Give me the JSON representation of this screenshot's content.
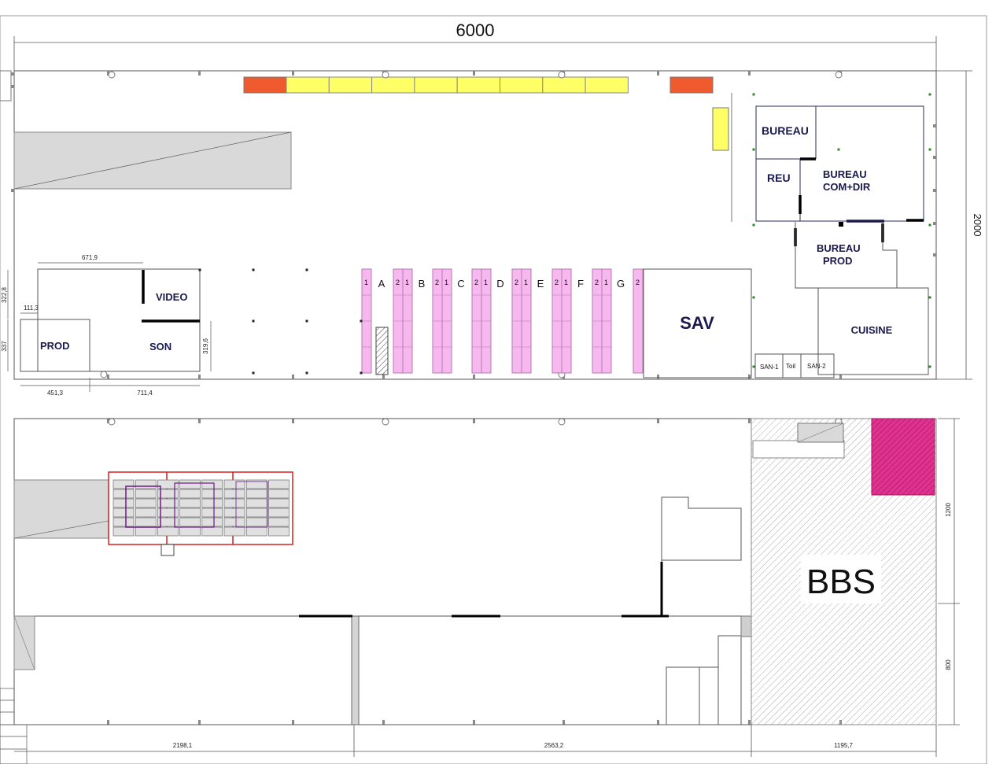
{
  "top_dimension": "6000",
  "side_dimension": "2000",
  "rooms": {
    "bureau": "BUREAU",
    "reu": "REU",
    "bureau_com_dir": [
      "BUREAU",
      "COM+DIR"
    ],
    "bureau_prod": [
      "BUREAU",
      "PROD"
    ],
    "cuisine": "CUISINE",
    "sav": "SAV",
    "video": "VIDEO",
    "son": "SON",
    "prod": "PROD",
    "bbs": "BBS",
    "san1": "SAN-1",
    "toil": "Toil",
    "san2": "SAN-2"
  },
  "aisles": [
    "A",
    "B",
    "C",
    "D",
    "E",
    "F",
    "G"
  ],
  "rack_numbers": [
    "1",
    "2"
  ],
  "dimensions": {
    "d671": "671,9",
    "d322": "322,8",
    "d111": "111,3",
    "d337": "337",
    "d319": "319,6",
    "d451": "451,3",
    "d711": "711,4",
    "d1200": "1200",
    "d800": "800",
    "d2198": "2198,1",
    "d2563": "2563,2",
    "d1195": "1195,7"
  },
  "colors": {
    "rack": "#f7b8f0",
    "yellow": "#ffff66",
    "red": "#ef5a2e",
    "gray": "#d9d9d9",
    "magenta": "#e0338f",
    "room_text": "#1a1a4e"
  }
}
